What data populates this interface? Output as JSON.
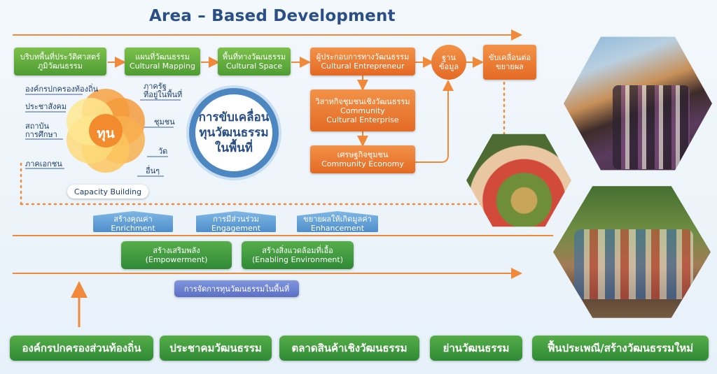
{
  "title": "Area – Based Development",
  "flow_boxes": [
    {
      "th": "บริบทพื้นที่ประวัติศาสตร์",
      "th2": "ภูมิวัฒนธรรม",
      "en": ""
    },
    {
      "th": "แผนที่วัฒนธรรม",
      "en": "Cultural Mapping"
    },
    {
      "th": "พื้นที่ทางวัฒนธรรม",
      "en": "Cultural Space"
    },
    {
      "th": "ผู้ประกอบการทางวัฒนธรรม",
      "en": "Cultural Entrepreneur"
    },
    {
      "th": "วิสาหกิจชุมชนเชิงวัฒนธรรม",
      "en": "Community",
      "en2": "Cultural Enterprise"
    },
    {
      "th": "เศรษฐกิจชุมชน",
      "en": "Community Economy"
    }
  ],
  "data_base": {
    "line1": "ฐาน",
    "line2": "ข้อมูล"
  },
  "drive": {
    "line1": "ขับเคลื่อนต่อ",
    "line2": "ขยายผล"
  },
  "capital": {
    "center": "ทุน",
    "labels": [
      "องค์กรปกครองท้องถิ่น",
      "ประชาสังคม",
      "สถาบัน",
      "การศึกษา",
      "ภาคเอกชน",
      "ภาครัฐ",
      "ที่อยู่ในพื้นที่",
      "ชุมชน",
      "วัด",
      "อื่นๆ"
    ],
    "capacity": "Capacity Building"
  },
  "big_circle": {
    "line1": "การขับเคลื่อน",
    "line2": "ทุนวัฒนธรรม",
    "line3": "ในพื้นที่"
  },
  "stages": [
    {
      "th": "สร้างคุณค่า",
      "en": "Enrichment"
    },
    {
      "th": "การมีส่วนร่วม",
      "en": "Engagement"
    },
    {
      "th": "ขยายผลให้เกิดมูลค่า",
      "en": "Enhancement"
    }
  ],
  "empower": [
    {
      "th": "สร้างเสริมพลัง",
      "en": "(Empowerment)"
    },
    {
      "th": "สร้างสิ่งแวดล้อมที่เอื้อ",
      "en": "(Enabling Environment)"
    }
  ],
  "manage": "การจัดการทุนวัฒนธรรมในพื้นที่",
  "bottom": [
    "องค์กรปกครองส่วนท้องถิ่น",
    "ประชาคมวัฒนธรรม",
    "ตลาดสินค้าเชิงวัฒนธรรม",
    "ย่านวัฒนธรรม",
    "ฟื้นประเพณี/สร้างวัฒนธรรมใหม่"
  ],
  "colors": {
    "arrow": "#f08a3a",
    "green": "#4e9d33",
    "orange": "#e46a24",
    "navy": "#2a4e86"
  }
}
